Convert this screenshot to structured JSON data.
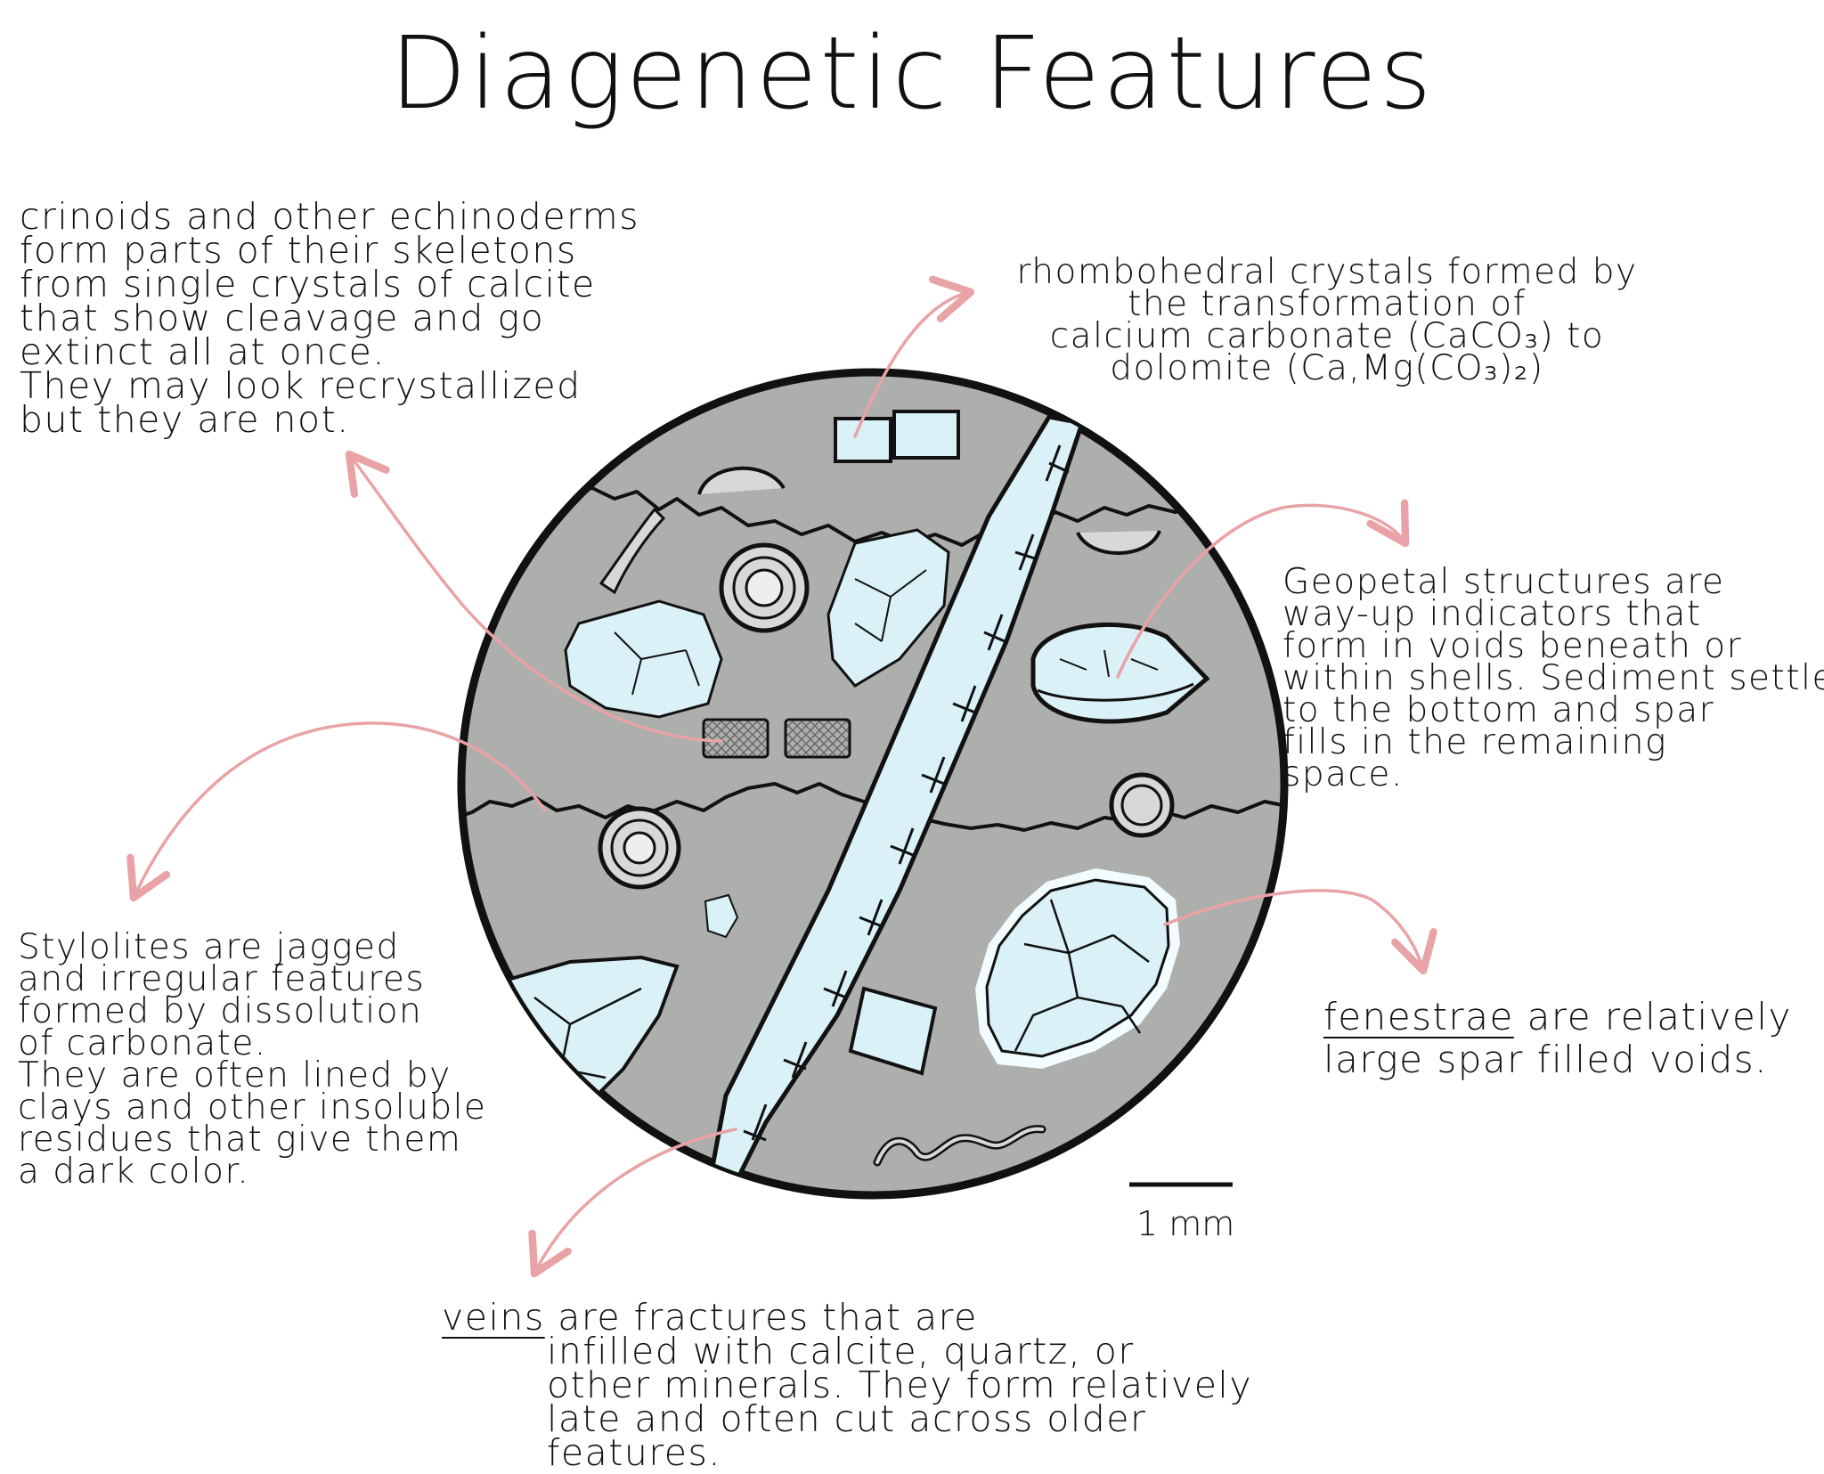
{
  "title": "Diagenetic Features",
  "notes": {
    "crinoids": {
      "lines": [
        "crinoids and other echinoderms",
        "form parts of their skeletons",
        "from single crystals of calcite",
        "that show cleavage and go",
        "extinct all at once.",
        "They may look recrystallized",
        "but they are not."
      ]
    },
    "rhombo": {
      "lines": [
        "rhombohedral crystals formed by",
        "the transformation of",
        "calcium carbonate (CaCO₃) to",
        "dolomite (Ca,Mg(CO₃)₂)"
      ]
    },
    "geopetal": {
      "lines": [
        "Geopetal structures are",
        "way-up indicators that",
        "form in voids beneath or",
        "within shells. Sediment settles",
        "to the bottom and spar",
        "fills in the remaining",
        "space."
      ]
    },
    "stylolites": {
      "lines": [
        "Stylolites are jagged",
        "and irregular features",
        "formed by dissolution",
        "of carbonate.",
        "They are often lined by",
        "clays and other insoluble",
        "residues that give them",
        "a dark color."
      ]
    },
    "fenestrae": {
      "term": "fenestrae",
      "line1_rest": " are relatively",
      "line2": "large spar filled voids."
    },
    "veins": {
      "term": "veins",
      "line1_rest": " are fractures that are",
      "lines": [
        "infilled with calcite, quartz, or",
        "other minerals. They form relatively",
        "late and often cut across older",
        "features."
      ]
    }
  },
  "scale_bar": {
    "label": "1 mm"
  },
  "colors": {
    "matrix": "#adafac",
    "spar": "#d9f1f7",
    "spar_glow": "#f2fbfd",
    "arrow": "#e9a3a6",
    "outline": "#111111",
    "crystal_hatch": "#9a9a9a"
  }
}
